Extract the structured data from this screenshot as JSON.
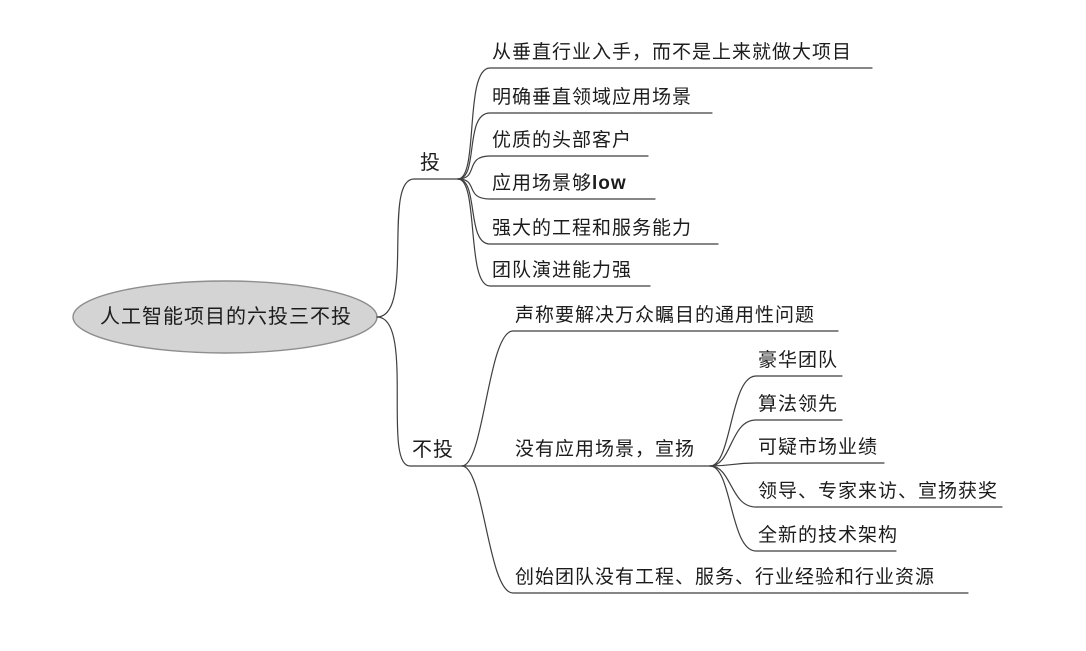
{
  "root": {
    "label": "人工智能项目的六投三不投"
  },
  "branches": {
    "invest": {
      "label": "投",
      "items": [
        {
          "label": "从垂直行业入手，而不是上来就做大项目"
        },
        {
          "label": "明确垂直领域应用场景"
        },
        {
          "label": "优质的头部客户"
        },
        {
          "label": "应用场景够",
          "bold_suffix": "low"
        },
        {
          "label": "强大的工程和服务能力"
        },
        {
          "label": "团队演进能力强"
        }
      ]
    },
    "no_invest": {
      "label": "不投",
      "items": [
        {
          "label": "声称要解决万众瞩目的通用性问题"
        },
        {
          "label": "没有应用场景，宣扬",
          "children": [
            {
              "label": "豪华团队"
            },
            {
              "label": "算法领先"
            },
            {
              "label": "可疑市场业绩"
            },
            {
              "label": "领导、专家来访、宣扬获奖"
            },
            {
              "label": "全新的技术架构"
            }
          ]
        },
        {
          "label": "创始团队没有工程、服务、行业经验和行业资源"
        }
      ]
    }
  },
  "colors": {
    "root_fill": "#d4d4d4",
    "root_stroke": "#8e8e8e",
    "line": "#3f3f3f",
    "text": "#1c1c1c"
  }
}
